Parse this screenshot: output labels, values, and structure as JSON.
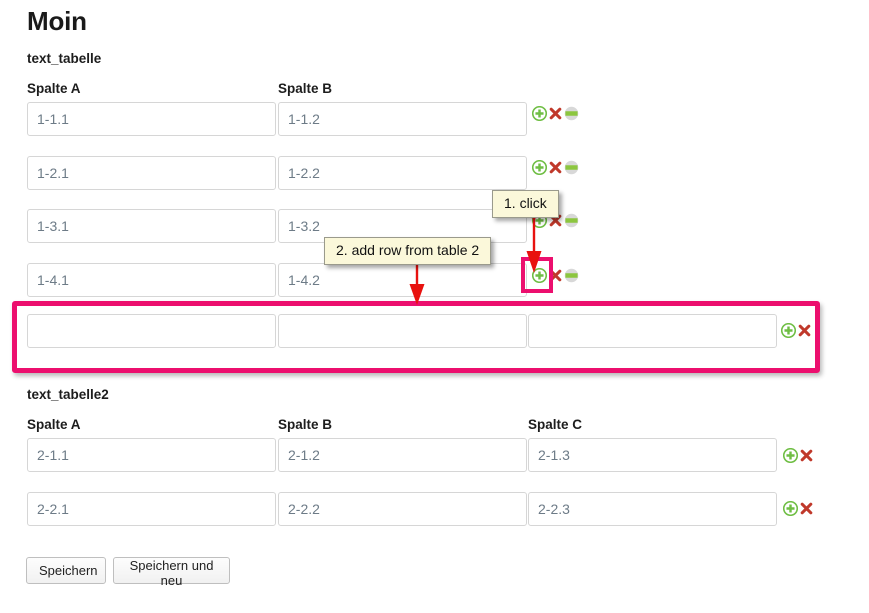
{
  "header": {
    "title": "Moin"
  },
  "tables": [
    {
      "name": "table-1",
      "label": "text_tabelle",
      "columns": [
        "Spalte A",
        "Spalte B"
      ],
      "rows": [
        {
          "cells": [
            "1-1.1",
            "1-1.2"
          ],
          "actions": [
            "add-icon",
            "delete-icon",
            "collapse-icon"
          ]
        },
        {
          "cells": [
            "1-2.1",
            "1-2.2"
          ],
          "actions": [
            "add-icon",
            "delete-icon",
            "collapse-icon"
          ]
        },
        {
          "cells": [
            "1-3.1",
            "1-3.2"
          ],
          "actions": [
            "add-icon",
            "delete-icon",
            "collapse-icon"
          ]
        },
        {
          "cells": [
            "1-4.1",
            "1-4.2"
          ],
          "actions": [
            "add-icon",
            "delete-icon",
            "collapse-icon"
          ]
        }
      ],
      "new_row": {
        "cells": [
          "",
          "",
          ""
        ],
        "placeholders": [
          "",
          "",
          ""
        ],
        "actions": [
          "add-icon",
          "delete-icon"
        ],
        "highlighted": true
      }
    },
    {
      "name": "table-2",
      "label": "text_tabelle2",
      "columns": [
        "Spalte A",
        "Spalte B",
        "Spalte C"
      ],
      "rows": [
        {
          "cells": [
            "2-1.1",
            "2-1.2",
            "2-1.3"
          ],
          "actions": [
            "add-icon",
            "delete-icon"
          ]
        },
        {
          "cells": [
            "2-2.1",
            "2-2.2",
            "2-2.3"
          ],
          "actions": [
            "add-icon",
            "delete-icon"
          ]
        }
      ]
    }
  ],
  "annotations": [
    {
      "id": "step-1",
      "text": "1. click"
    },
    {
      "id": "step-2",
      "text": "2. add row from table 2"
    }
  ],
  "footer": {
    "buttons": [
      {
        "id": "save",
        "label": "Speichern"
      },
      {
        "id": "save-and-new",
        "label": "Speichern und neu"
      }
    ]
  },
  "colors": {
    "highlight": "#ec0f6e",
    "annotation": "#e8120f",
    "callout_bg": "#fbf8da",
    "add_icon": "#6fbe44",
    "delete_icon": "#c0392b",
    "collapse_icon": "#8cc63f",
    "input_text": "#6d7b87",
    "input_border": "#d6d6d6"
  }
}
